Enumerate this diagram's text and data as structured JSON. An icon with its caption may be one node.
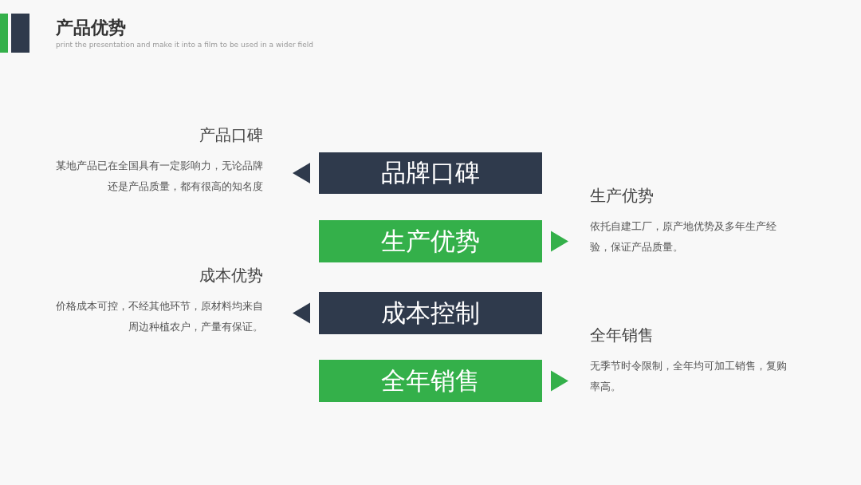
{
  "diagram": {
    "title": "产品优势",
    "labels": [
      "print the presentation and make it into a film to be used in a wider field"
    ],
    "nodes": [
      {
        "text": [
          "品牌口碑"
        ]
      },
      {
        "text": [
          "生产优势"
        ]
      },
      {
        "text": [
          "成本控制"
        ]
      },
      {
        "text": [
          "全年销售"
        ]
      },
      {
        "text": [
          "产品口碑",
          "某地产品已在全国具有一定影响力，无论品牌还是产品质量，都有很高的知名度"
        ]
      },
      {
        "text": [
          "生产优势",
          "依托自建工厂，原产地优势及多年生产经验，保证产品质量。"
        ]
      },
      {
        "text": [
          "成本优势",
          "价格成本可控，不经其他环节，原材料均来自周边种植农户，产量有保证。"
        ]
      },
      {
        "text": [
          "全年销售",
          "无季节时令限制，全年均可加工销售，复购率高。"
        ]
      }
    ],
    "edges": [
      {
        "from": 0,
        "to": 4,
        "arrow": "to"
      },
      {
        "from": 1,
        "to": 5,
        "arrow": "to",
        "color": "#34b04a"
      },
      {
        "from": 2,
        "to": 6,
        "arrow": "to"
      },
      {
        "from": 3,
        "to": 7,
        "arrow": "to",
        "color": "#34b04a"
      }
    ]
  }
}
